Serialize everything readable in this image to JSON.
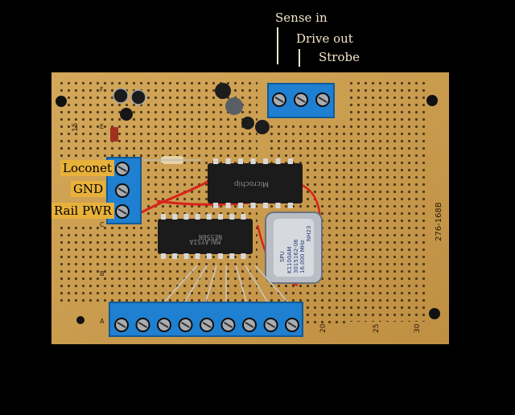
{
  "callouts": {
    "sense_in": "Sense in",
    "drive_out": "Drive out",
    "strobe": "Strobe"
  },
  "terminal_labels": {
    "loconet": "Loconet",
    "gnd": "GND",
    "rail_pwr": "Rail PWR"
  },
  "board": {
    "part_number": "276-168B",
    "row_letters": [
      "F",
      "E",
      "D",
      "C",
      "B",
      "A"
    ],
    "column_numbers": [
      "15",
      "20",
      "25",
      "30"
    ]
  },
  "chips": {
    "upper_ic": "Microchip",
    "lower_ic_line1": "NE556N",
    "lower_ic_line2": "MALAYSIA"
  },
  "relay": {
    "line1": "SPU",
    "line2": "K1100AM",
    "line3": "3015162-06",
    "line4": "16.000 MHz",
    "line5": "NH23"
  },
  "colors": {
    "background": "#000000",
    "board": "#c89a4a",
    "terminal_block": "#1f7fd0",
    "label_tag": "#e8b13a",
    "wire": "#d8231c",
    "text_light": "#f2e6c8"
  }
}
